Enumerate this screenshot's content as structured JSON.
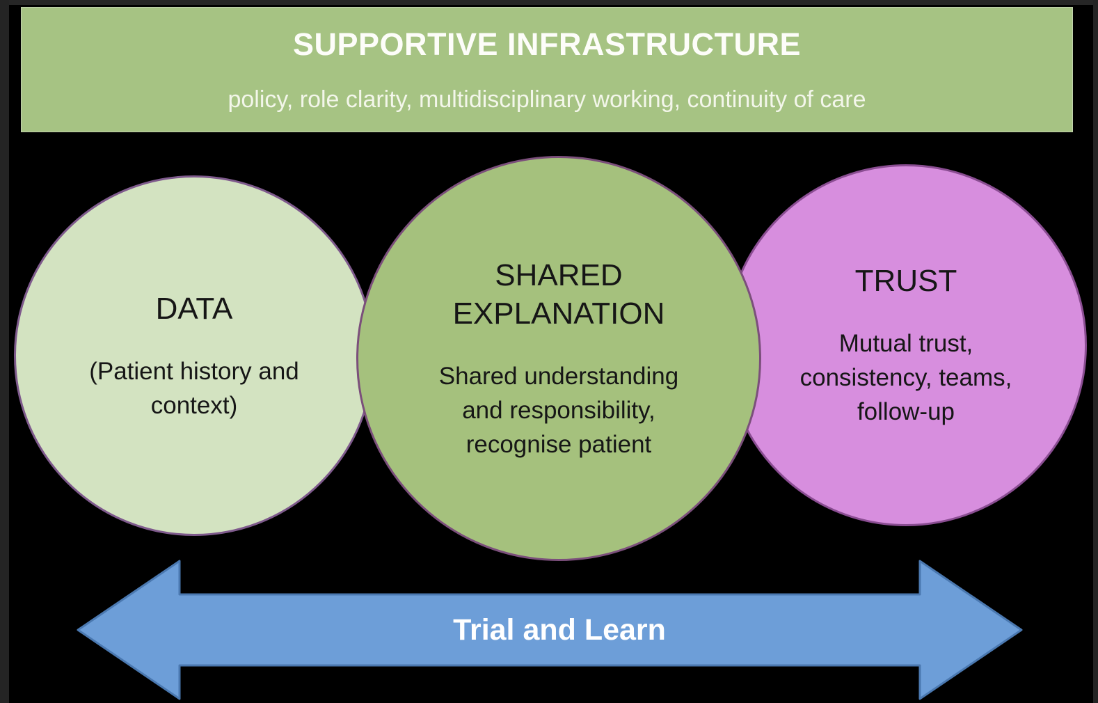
{
  "diagram": {
    "banner": {
      "title": "SUPPORTIVE INFRASTRUCTURE",
      "subtitle": "policy, role clarity, multidisciplinary working, continuity of care",
      "fill": "#a6c383",
      "text_color": "#ffffff"
    },
    "circles": [
      {
        "id": "data",
        "title": "DATA",
        "body": "(Patient history and\ncontext)",
        "fill": "#d3e3c1",
        "border": "#7e5a8c"
      },
      {
        "id": "shared-explanation",
        "title": "SHARED\nEXPLANATION",
        "body": "Shared understanding\nand responsibility,\nrecognise patient",
        "fill": "#a5c17d",
        "border": "#7b4f7b"
      },
      {
        "id": "trust",
        "title": "TRUST",
        "body": "Mutual trust,\nconsistency, teams,\nfollow-up",
        "fill": "#d78ede",
        "border": "#8a4d92"
      }
    ],
    "arrow": {
      "label": "Trial and Learn",
      "fill": "#6d9ed8",
      "border": "#4a78b0"
    }
  }
}
